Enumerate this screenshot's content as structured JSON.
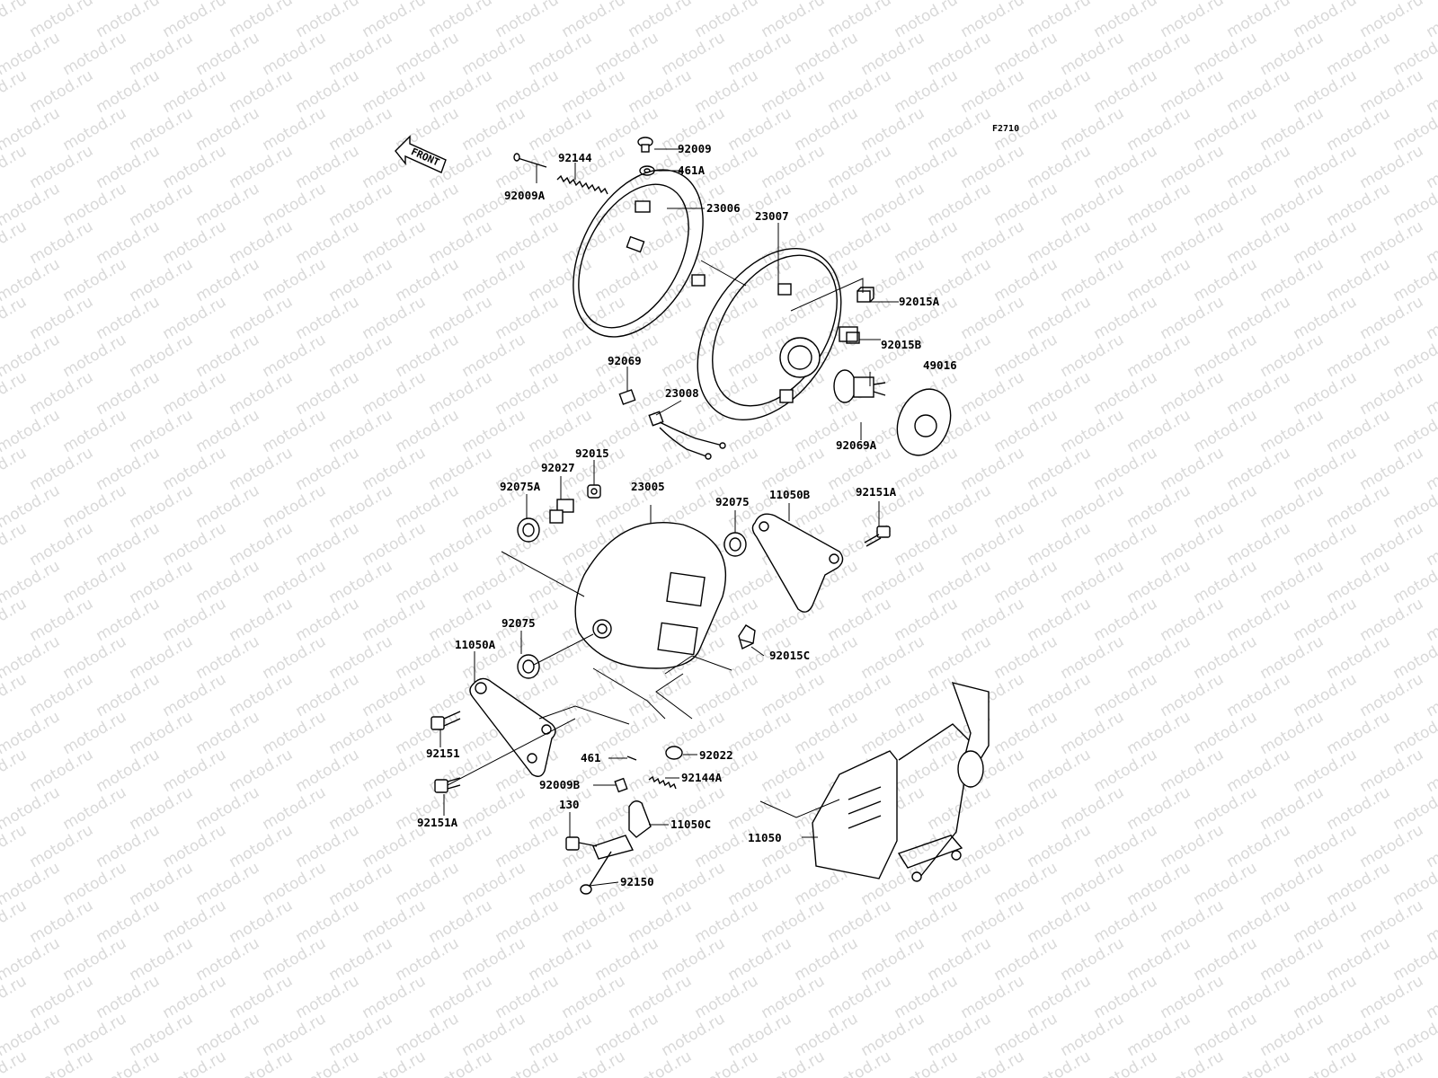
{
  "figure_code": "F2710",
  "watermark": "motod.ru",
  "front_arrow": "FRONT",
  "parts": {
    "p92009A": "92009A",
    "p92144": "92144",
    "p92009": "92009",
    "p461A": "461A",
    "p23006": "23006",
    "p23007": "23007",
    "p92015A": "92015A",
    "p92015B": "92015B",
    "p49016": "49016",
    "p92069": "92069",
    "p23008": "23008",
    "p92069A": "92069A",
    "p92015": "92015",
    "p92027": "92027",
    "p92075A": "92075A",
    "p23005": "23005",
    "p92075_r": "92075",
    "p11050B": "11050B",
    "p92151A_r": "92151A",
    "p92075_l": "92075",
    "p11050A": "11050A",
    "p92015C": "92015C",
    "p92151": "92151",
    "p461": "461",
    "p92022": "92022",
    "p92009B": "92009B",
    "p92144A": "92144A",
    "p92151A_l": "92151A",
    "p130": "130",
    "p11050C": "11050C",
    "p11050": "11050",
    "p92150": "92150"
  }
}
